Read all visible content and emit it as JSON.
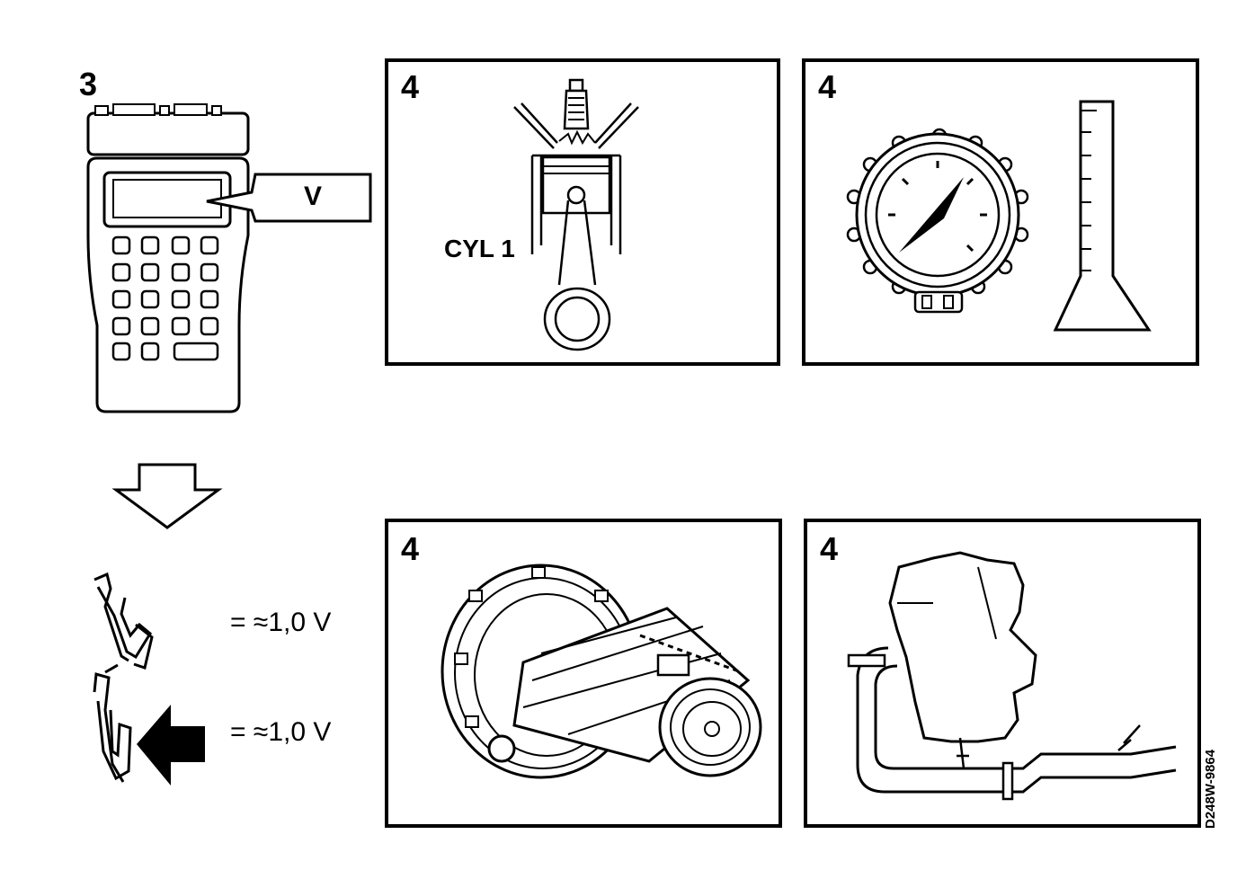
{
  "steps": {
    "tester_step": "3",
    "panel_step": "4"
  },
  "tester": {
    "readout_label": "V"
  },
  "cylinder": {
    "label": "CYL 1"
  },
  "readings": {
    "reading_1": "= ≈1,0 V",
    "reading_2": "= ≈1,0 V"
  },
  "figure_code": "D248W-9864",
  "icons": [
    "diagnostic-tester-icon",
    "down-arrow-icon",
    "piston-icon",
    "pressure-gauge-icon",
    "measuring-cylinder-icon",
    "engine-flywheel-icon",
    "exhaust-system-icon",
    "probe-icon",
    "pointer-arrow-icon"
  ]
}
